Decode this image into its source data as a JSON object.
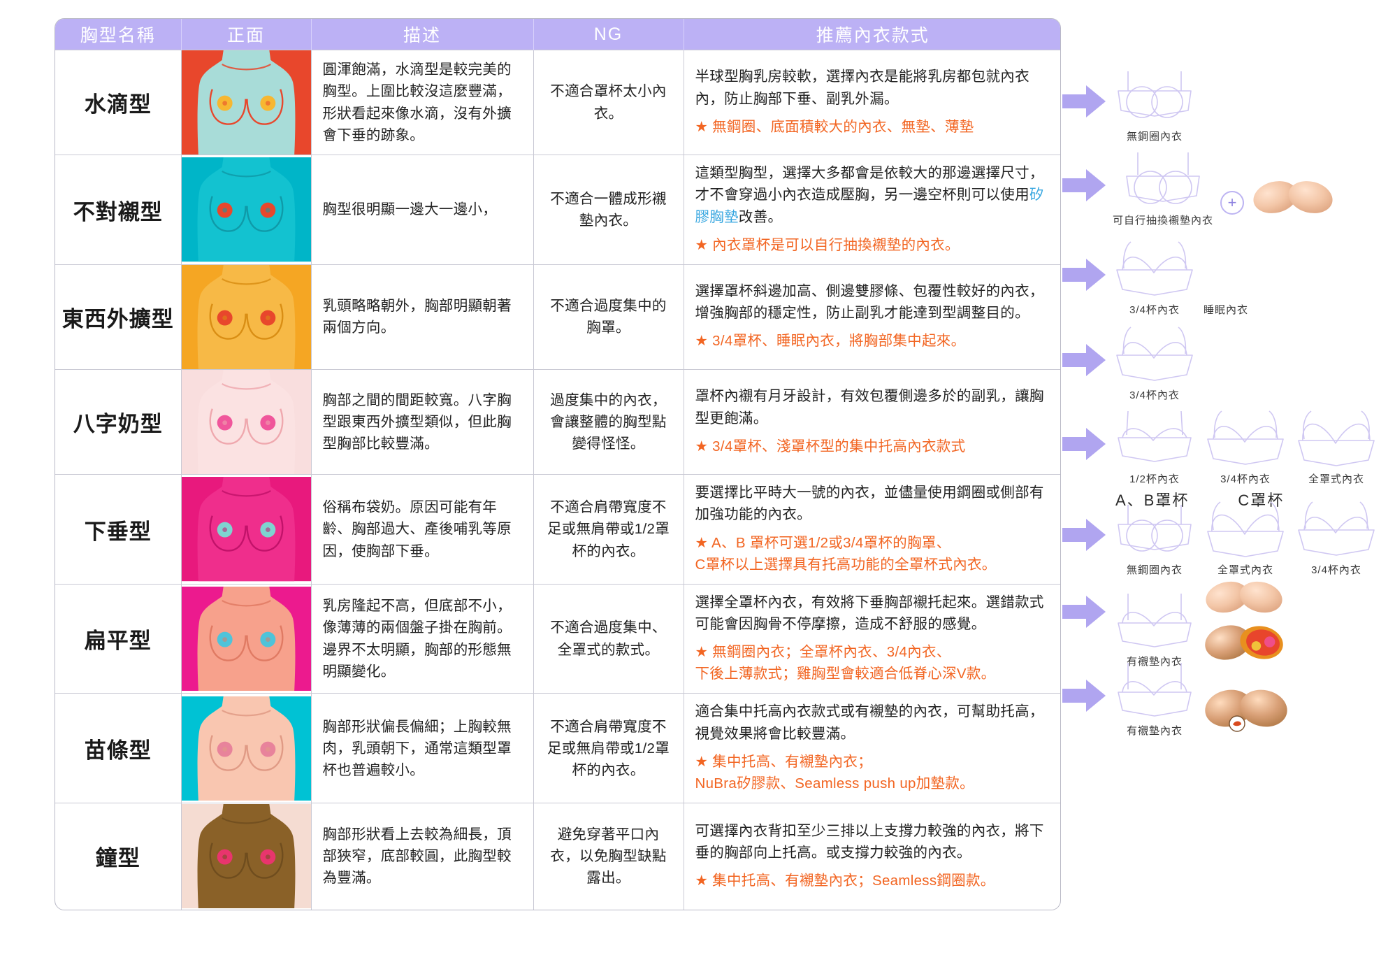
{
  "table": {
    "headers": [
      "胸型名稱",
      "正面",
      "描述",
      "NG",
      "推薦內衣款式"
    ],
    "rows": [
      {
        "name": "水滴型",
        "figure": {
          "bg": "#e8472c",
          "skin": "#a8dcd8",
          "nipple": "#f7b731",
          "outline": "#e8472c"
        },
        "desc": "圓渾飽滿，水滴型是較完美的胸型。上圍比較沒這麼豐滿，形狀看起來像水滴，沒有外擴會下垂的跡象。",
        "ng": "不適合罩杯太小內衣。",
        "rec_main": "半球型胸乳房較軟，選擇內衣是能將乳房都包就內衣內，防止胸部下垂、副乳外漏。",
        "rec_star": "★ 無鋼圈、底面積較大的內衣、無墊、薄墊",
        "rec_link": "",
        "products": [
          {
            "type": "bra",
            "style": "nowire",
            "caption": "無鋼圈內衣"
          }
        ],
        "cup_labels": []
      },
      {
        "name": "不對襯型",
        "figure": {
          "bg": "#00b5c8",
          "skin": "#13c2d0",
          "nipple": "#e8472c",
          "outline": "#0f9aa8"
        },
        "desc": "胸型很明顯一邊大一邊小，",
        "ng": "不適合一體成形襯墊內衣。",
        "rec_main_pre": "這類型胸型，選擇大多都會是依較大的那邊選擇尺寸，才不會穿過小內衣造成壓胸，另一邊空杯則可以使用",
        "rec_link": "矽膠胸墊",
        "rec_main_post": "改善。",
        "rec_star": "★ 內衣罩杯是可以自行抽換襯墊的內衣。",
        "products": [
          {
            "type": "bra",
            "style": "strap",
            "caption": "可自行抽換襯墊內衣"
          },
          {
            "type": "plus",
            "caption": ""
          },
          {
            "type": "pad",
            "variant": "light",
            "caption": ""
          }
        ],
        "cup_labels": []
      },
      {
        "name": "東西外擴型",
        "figure": {
          "bg": "#f5a623",
          "skin": "#f7b946",
          "nipple": "#e8472c",
          "outline": "#d98e14"
        },
        "desc": "乳頭略略朝外，胸部明顯朝著兩個方向。",
        "ng": "不適合過度集中的胸罩。",
        "rec_main": "選擇罩杯斜邊加高、側邊雙膠條、包覆性較好的內衣，增強胸部的穩定性，防止副乳才能達到型調整目的。",
        "rec_star": "★ 3/4罩杯、睡眠內衣，將胸部集中起來。",
        "products": [
          {
            "type": "bra",
            "style": "threequarter",
            "caption": "3/4杯內衣"
          },
          {
            "type": "label",
            "caption": "睡眠內衣"
          }
        ],
        "cup_labels": []
      },
      {
        "name": "八字奶型",
        "figure": {
          "bg": "#f9dede",
          "skin": "#fbe2e2",
          "nipple": "#f0569b",
          "outline": "#efa8ae"
        },
        "desc": "胸部之間的間距較寬。八字胸型跟東西外擴型類似，但此胸型胸部比較豐滿。",
        "ng": "過度集中的內衣，會讓整體的胸型點變得怪怪。",
        "rec_main": "罩杯內襯有月牙設計，有效包覆側邊多於的副乳，讓胸型更飽滿。",
        "rec_star": "★ 3/4罩杯、淺罩杯型的集中托高內衣款式",
        "products": [
          {
            "type": "bra",
            "style": "threequarter",
            "caption": "3/4杯內衣"
          }
        ],
        "cup_labels": []
      },
      {
        "name": "下垂型",
        "figure": {
          "bg": "#e8197d",
          "skin": "#ef2e8c",
          "nipple": "#7fd4d0",
          "outline": "#c2126a"
        },
        "desc": "俗稱布袋奶。原因可能有年齡、胸部過大、產後哺乳等原因，使胸部下垂。",
        "ng": "不適合肩帶寬度不足或無肩帶或1/2罩杯的內衣。",
        "rec_main": "要選擇比平時大一號的內衣，並儘量使用鋼圈或側部有加強功能的內衣。",
        "rec_star": "★ A、B 罩杯可選1/2或3/4罩杯的胸罩、\nC罩杯以上選擇具有托高功能的全罩杯式內衣。",
        "products": [
          {
            "type": "bra",
            "style": "half",
            "caption": "1/2杯內衣"
          },
          {
            "type": "bra",
            "style": "threequarter",
            "caption": "3/4杯內衣"
          },
          {
            "type": "bra",
            "style": "full",
            "caption": "全罩式內衣"
          }
        ],
        "cup_labels": [
          "A、B罩杯",
          "C罩杯"
        ]
      },
      {
        "name": "扁平型",
        "figure": {
          "bg": "#ec1a8e",
          "skin": "#f7a18c",
          "nipple": "#4fc3d9",
          "outline": "#e07a63"
        },
        "desc": "乳房隆起不高，但底部不小，像薄薄的兩個盤子掛在胸前。邊界不太明顯，胸部的形態無明顯變化。",
        "ng": "不適合過度集中、全罩式的款式。",
        "rec_main": "選擇全罩杯內衣，有效將下垂胸部襯托起來。選錯款式可能會因胸骨不停摩擦，造成不舒服的感覺。",
        "rec_star": "★ 無鋼圈內衣；全罩杯內衣、3/4內衣、\n下後上薄款式；雞胸型會較適合低脊心深V款。",
        "products": [
          {
            "type": "bra",
            "style": "nowire",
            "caption": "無鋼圈內衣"
          },
          {
            "type": "bra",
            "style": "full",
            "caption": "全罩式內衣"
          },
          {
            "type": "bra",
            "style": "threequarter",
            "caption": "3/4杯內衣"
          }
        ],
        "cup_labels": []
      },
      {
        "name": "苗條型",
        "figure": {
          "bg": "#00c2d4",
          "skin": "#f9c6b0",
          "nipple": "#e8839b",
          "outline": "#e09a85"
        },
        "desc": "胸部形狀偏長偏細；上胸較無肉，乳頭朝下，通常這類型罩杯也普遍較小。",
        "ng": "不適合肩帶寬度不足或無肩帶或1/2罩杯的內衣。",
        "rec_main": "適合集中托高內衣款式或有襯墊的內衣，可幫助托高，視覺效果將會比較豐滿。",
        "rec_star": "★ 集中托高、有襯墊內衣；\nNuBra矽膠款、Seamless push up加墊款。",
        "products": [
          {
            "type": "bra",
            "style": "padded",
            "caption": "有襯墊內衣"
          },
          {
            "type": "padstack",
            "caption": ""
          }
        ],
        "cup_labels": []
      },
      {
        "name": "鐘型",
        "figure": {
          "bg": "#f5dcd2",
          "skin": "#8a6128",
          "nipple": "#e8356d",
          "outline": "#6f4d1e"
        },
        "desc": "胸部形狀看上去較為細長，頂部狹窄，底部較圓，此胸型較為豐滿。",
        "ng": "避免穿著平口內衣，以免胸型缺點露出。",
        "rec_main": "可選擇內衣背扣至少三排以上支撐力較強的內衣，將下垂的胸部向上托高。或支撐力較強的內衣。",
        "rec_star": "★ 集中托高、有襯墊內衣；Seamless鋼圈款。",
        "products": [
          {
            "type": "bra",
            "style": "padded",
            "caption": "有襯墊內衣"
          },
          {
            "type": "padbadge",
            "caption": ""
          }
        ],
        "cup_labels": []
      }
    ]
  },
  "colors": {
    "header_bg": "#bcb1f5",
    "accent_orange": "#f26522",
    "link_blue": "#38a7e0",
    "arrow": "#b0a5f0",
    "bra_outline": "#cfc7f2"
  }
}
